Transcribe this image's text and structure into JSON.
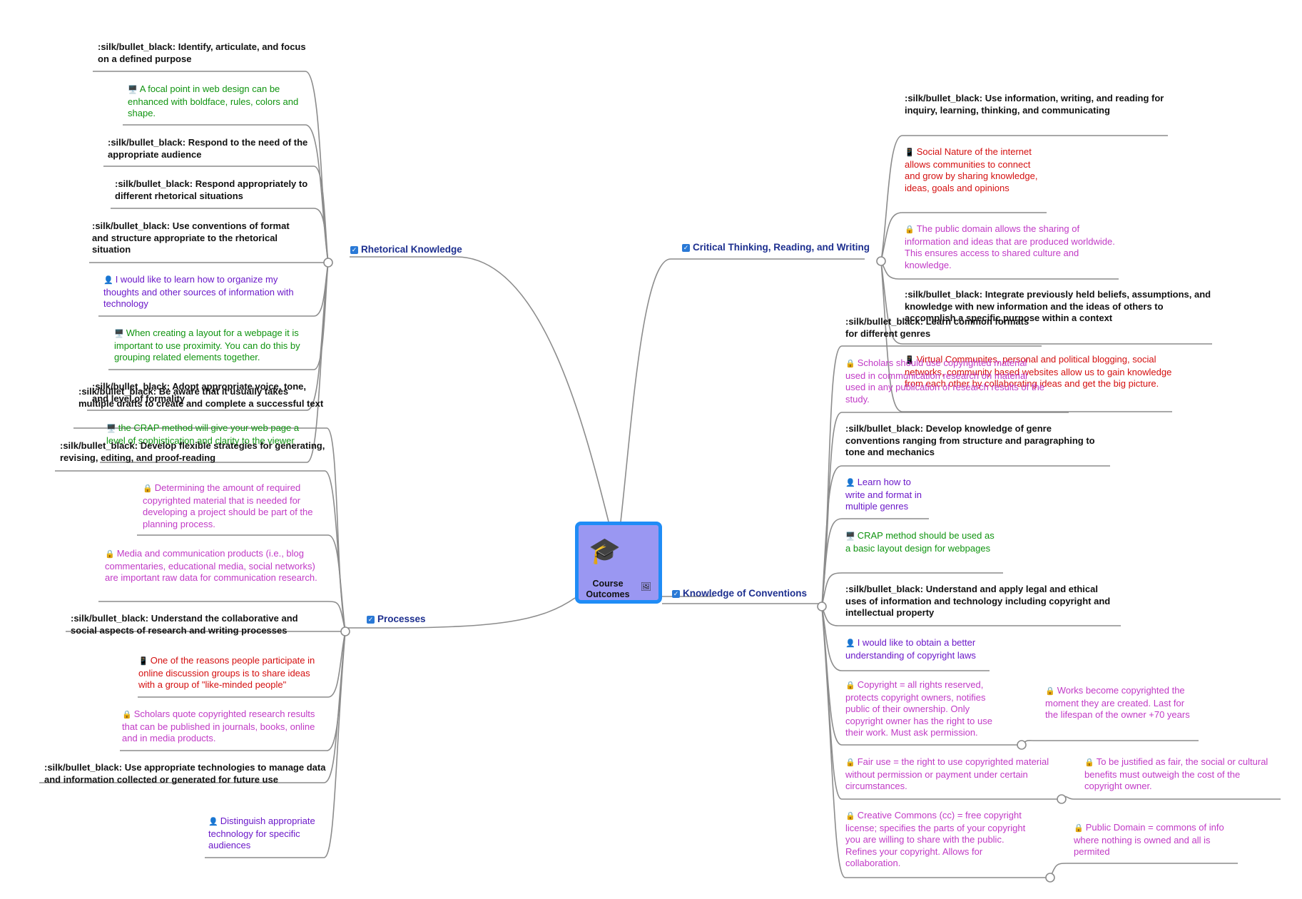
{
  "central": {
    "title_line1": "Course",
    "title_line2": "Outcomes",
    "icon": "graduation-cap-icon",
    "image_icon": "image-icon"
  },
  "colors": {
    "central_fill": "#9a97f2",
    "central_border": "#1f8cf6",
    "branch_label": "#1d2f8f",
    "green": "#109410",
    "red": "#d40f0f",
    "magenta": "#c13ac6",
    "purple": "#6b18c9",
    "connector": "#8c8c8c"
  },
  "branches": {
    "rhetorical": {
      "label": "Rhetorical Knowledge"
    },
    "critical": {
      "label": "Critical Thinking, Reading, and Writing"
    },
    "conventions": {
      "label": "Knowledge of Conventions"
    },
    "processes": {
      "label": "Processes"
    }
  },
  "rhetorical": {
    "n1": ":silk/bullet_black: Identify, articulate, and focus on a defined purpose",
    "n2": "A focal point in web design can be enhanced with boldface, rules, colors and shape.",
    "n3": ":silk/bullet_black: Respond to the need of the appropriate audience",
    "n4": ":silk/bullet_black: Respond appropriately to different rhetorical situations",
    "n5": ":silk/bullet_black: Use conventions of format and structure appropriate to the rhetorical situation",
    "n6": "I would like to learn how to organize my thoughts and other sources of information with technology",
    "n7": "When creating a layout for a webpage it is important to use proximity. You can do this by grouping related elements together.",
    "n8": ":silk/bullet_black: Adopt appropriate voice, tone, and level of formality",
    "n9": "the CRAP method will give your web page a level of sophistication and clarity to the viewer"
  },
  "processes": {
    "n1": ":silk/bullet_black: Be aware that it usually takes multiple drafts to create and complete a successful text",
    "n2": ":silk/bullet_black: Develop flexible strategies for generating, revising, editing, and proof-reading",
    "n3": "Determining the amount of required copyrighted material that is needed for developing a project should be part of the planning process.",
    "n4": "Media and communication products (i.e., blog commentaries, educational media, social networks) are important raw data for communication research.",
    "n5": ":silk/bullet_black: Understand the collaborative and social aspects of research and writing processes",
    "n6": "One of the reasons people participate in online discussion groups is to share ideas with a group of \"like-minded people\"",
    "n7": "Scholars quote copyrighted research results that can be published in journals, books, online and in media products.",
    "n8": ":silk/bullet_black: Use appropriate technologies to manage data and information collected or generated for future use",
    "n9": "Distinguish appropriate technology for specific audiences"
  },
  "critical": {
    "n1": ":silk/bullet_black: Use information, writing, and reading for inquiry, learning, thinking, and communicating",
    "n2": "Social Nature of the internet allows communities to connect and grow by sharing knowledge, ideas, goals and opinions",
    "n3": "The public domain allows the sharing of information and ideas that are produced worldwide. This ensures access to shared culture and knowledge.",
    "n4": ":silk/bullet_black: Integrate previously held beliefs, assumptions, and knowledge with new information and the ideas of others to accomplish a specific purpose within a context",
    "n5": "Virtual Communites, personal and political blogging, social networks, community based websites allow us to gain knowledge from each other by collaborating ideas and get the big picture."
  },
  "conventions": {
    "n1": ":silk/bullet_black: Learn common formats for different genres",
    "n2": "Scholars should use copyrighted material used in communication research on material used in any publication of research results of the study.",
    "n3": ":silk/bullet_black: Develop knowledge of genre conventions ranging from structure and paragraphing to tone and mechanics",
    "n4": "Learn how to write and format in multiple genres",
    "n5": "CRAP method should be used as a basic layout design for webpages",
    "n6": ":silk/bullet_black: Understand and apply legal and ethical uses of information and technology including copyright and intellectual property",
    "n7": "I would like to obtain a better understanding of copyright laws",
    "n8": "Copyright = all rights reserved, protects copyright owners, notifies public of their ownership. Only copyright owner has the right to use their work. Must ask permission.",
    "n8a": "Works become copyrighted the moment they are created. Last for the lifespan of the owner +70 years",
    "n9": "Fair use = the right to use copyrighted material without permission or payment under certain circumstances.",
    "n9a": "To be justified as fair, the social or cultural benefits must outweigh the cost of the copyright owner.",
    "n10": "Creative Commons (cc) = free copyright license; specifies the parts of your copyright you are willing to share with the public. Refines your copyright. Allows for collaboration.",
    "n10a": "Public Domain = commons of info where nothing is owned and all is permited"
  }
}
